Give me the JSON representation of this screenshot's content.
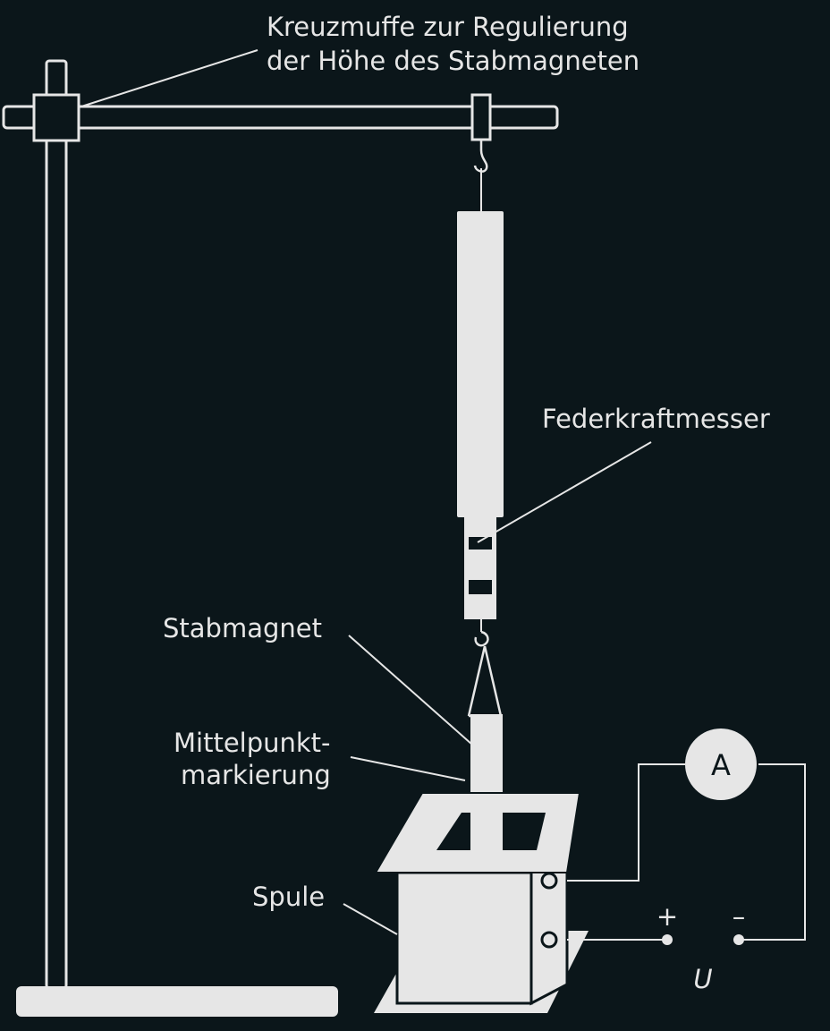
{
  "labels": {
    "kreuzmuffe_line1": "Kreuzmuffe zur Regulierung",
    "kreuzmuffe_line2": "der Höhe des Stabmagneten",
    "federkraftmesser": "Federkraftmesser",
    "stabmagnet": "Stabmagnet",
    "mittelpunkt_line1": "Mittelpunkt-",
    "mittelpunkt_line2": "markierung",
    "spule": "Spule",
    "ammeter": "A",
    "plus": "+",
    "minus": "–",
    "voltage": "U"
  },
  "colors": {
    "background": "#0b161a",
    "foreground": "#e6e6e6"
  }
}
